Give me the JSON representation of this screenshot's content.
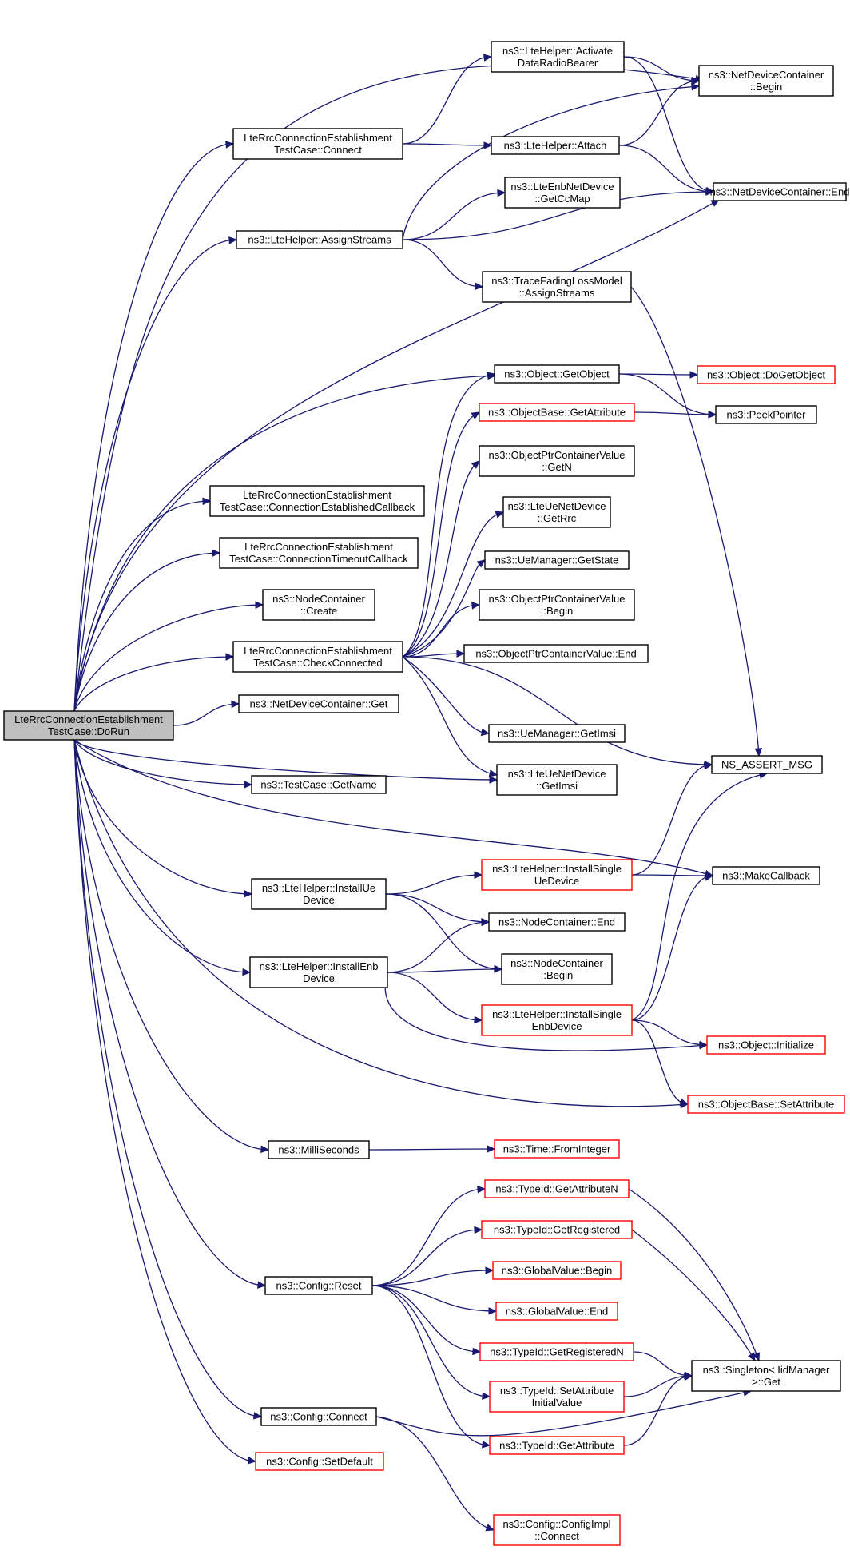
{
  "nodes": {
    "dorun": {
      "lines": [
        "LteRrcConnectionEstablishment",
        "TestCase::DoRun"
      ],
      "style": "root"
    },
    "connect": {
      "lines": [
        "LteRrcConnectionEstablishment",
        "TestCase::Connect"
      ],
      "style": "normal"
    },
    "assignstreams": {
      "lines": [
        "ns3::LteHelper::AssignStreams"
      ],
      "style": "normal"
    },
    "connestcb": {
      "lines": [
        "LteRrcConnectionEstablishment",
        "TestCase::ConnectionEstablishedCallback"
      ],
      "style": "normal"
    },
    "conntimeoutcb": {
      "lines": [
        "LteRrcConnectionEstablishment",
        "TestCase::ConnectionTimeoutCallback"
      ],
      "style": "normal"
    },
    "nccreate": {
      "lines": [
        "ns3::NodeContainer",
        "::Create"
      ],
      "style": "normal"
    },
    "checkconnected": {
      "lines": [
        "LteRrcConnectionEstablishment",
        "TestCase::CheckConnected"
      ],
      "style": "normal"
    },
    "ndcget": {
      "lines": [
        "ns3::NetDeviceContainer::Get"
      ],
      "style": "normal"
    },
    "getname": {
      "lines": [
        "ns3::TestCase::GetName"
      ],
      "style": "normal"
    },
    "installue": {
      "lines": [
        "ns3::LteHelper::InstallUe",
        "Device"
      ],
      "style": "normal"
    },
    "installenb": {
      "lines": [
        "ns3::LteHelper::InstallEnb",
        "Device"
      ],
      "style": "normal"
    },
    "milliseconds": {
      "lines": [
        "ns3::MilliSeconds"
      ],
      "style": "normal"
    },
    "configreset": {
      "lines": [
        "ns3::Config::Reset"
      ],
      "style": "normal"
    },
    "configconnect": {
      "lines": [
        "ns3::Config::Connect"
      ],
      "style": "normal"
    },
    "configsetdefault": {
      "lines": [
        "ns3::Config::SetDefault"
      ],
      "style": "red"
    },
    "activatedrb": {
      "lines": [
        "ns3::LteHelper::Activate",
        "DataRadioBearer"
      ],
      "style": "normal"
    },
    "attach": {
      "lines": [
        "ns3::LteHelper::Attach"
      ],
      "style": "normal"
    },
    "getccmap": {
      "lines": [
        "ns3::LteEnbNetDevice",
        "::GetCcMap"
      ],
      "style": "normal"
    },
    "tracefading": {
      "lines": [
        "ns3::TraceFadingLossModel",
        "::AssignStreams"
      ],
      "style": "normal"
    },
    "getobject": {
      "lines": [
        "ns3::Object::GetObject"
      ],
      "style": "normal"
    },
    "getattribute": {
      "lines": [
        "ns3::ObjectBase::GetAttribute"
      ],
      "style": "red"
    },
    "optrgetn": {
      "lines": [
        "ns3::ObjectPtrContainerValue",
        "::GetN"
      ],
      "style": "normal"
    },
    "getrrc": {
      "lines": [
        "ns3::LteUeNetDevice",
        "::GetRrc"
      ],
      "style": "normal"
    },
    "getstate": {
      "lines": [
        "ns3::UeManager::GetState"
      ],
      "style": "normal"
    },
    "optrbegin": {
      "lines": [
        "ns3::ObjectPtrContainerValue",
        "::Begin"
      ],
      "style": "normal"
    },
    "optrend": {
      "lines": [
        "ns3::ObjectPtrContainerValue::End"
      ],
      "style": "normal"
    },
    "uemgetimsi": {
      "lines": [
        "ns3::UeManager::GetImsi"
      ],
      "style": "normal"
    },
    "ltuegetimsi": {
      "lines": [
        "ns3::LteUeNetDevice",
        "::GetImsi"
      ],
      "style": "normal"
    },
    "installsingleue": {
      "lines": [
        "ns3::LteHelper::InstallSingle",
        "UeDevice"
      ],
      "style": "red"
    },
    "ncend": {
      "lines": [
        "ns3::NodeContainer::End"
      ],
      "style": "normal"
    },
    "ncbegin": {
      "lines": [
        "ns3::NodeContainer",
        "::Begin"
      ],
      "style": "normal"
    },
    "installsingleenb": {
      "lines": [
        "ns3::LteHelper::InstallSingle",
        "EnbDevice"
      ],
      "style": "red"
    },
    "fromint": {
      "lines": [
        "ns3::Time::FromInteger"
      ],
      "style": "red"
    },
    "getattrn": {
      "lines": [
        "ns3::TypeId::GetAttributeN"
      ],
      "style": "red"
    },
    "getregistered": {
      "lines": [
        "ns3::TypeId::GetRegistered"
      ],
      "style": "red"
    },
    "gvbegin": {
      "lines": [
        "ns3::GlobalValue::Begin"
      ],
      "style": "red"
    },
    "gvend": {
      "lines": [
        "ns3::GlobalValue::End"
      ],
      "style": "red"
    },
    "getregisteredn": {
      "lines": [
        "ns3::TypeId::GetRegisteredN"
      ],
      "style": "red"
    },
    "setattrinit": {
      "lines": [
        "ns3::TypeId::SetAttribute",
        "InitialValue"
      ],
      "style": "red"
    },
    "typeidgetattr": {
      "lines": [
        "ns3::TypeId::GetAttribute"
      ],
      "style": "red"
    },
    "configimplconnect": {
      "lines": [
        "ns3::Config::ConfigImpl",
        "::Connect"
      ],
      "style": "red"
    },
    "ndcbegin": {
      "lines": [
        "ns3::NetDeviceContainer",
        "::Begin"
      ],
      "style": "normal"
    },
    "ndcend": {
      "lines": [
        "ns3::NetDeviceContainer::End"
      ],
      "style": "normal"
    },
    "dogetobject": {
      "lines": [
        "ns3::Object::DoGetObject"
      ],
      "style": "red"
    },
    "peekpointer": {
      "lines": [
        "ns3::PeekPointer"
      ],
      "style": "normal"
    },
    "nsassert": {
      "lines": [
        "NS_ASSERT_MSG"
      ],
      "style": "normal"
    },
    "makecallback": {
      "lines": [
        "ns3::MakeCallback"
      ],
      "style": "normal"
    },
    "objinit": {
      "lines": [
        "ns3::Object::Initialize"
      ],
      "style": "red"
    },
    "objsetattr": {
      "lines": [
        "ns3::ObjectBase::SetAttribute"
      ],
      "style": "red"
    },
    "singletonget": {
      "lines": [
        "ns3::Singleton< IidManager",
        " >::Get"
      ],
      "style": "normal"
    }
  },
  "colors": {
    "edge": "#191970",
    "red_border": "#ff0000",
    "root_fill": "#bfbfbf"
  }
}
